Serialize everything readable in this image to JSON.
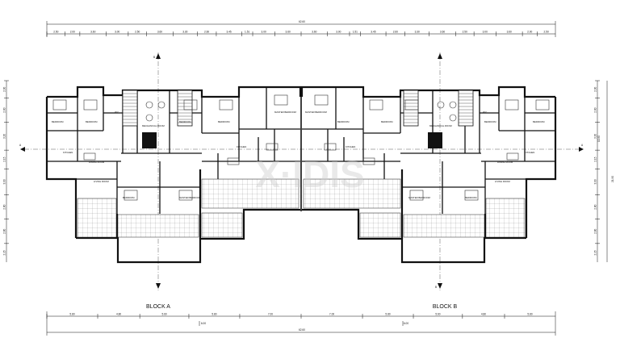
{
  "drawing": {
    "overall_top": "62.60",
    "overall_bottom": "62.60",
    "top_dims": [
      "2.50",
      "2.00",
      "3.60",
      "3.00",
      "2.50",
      "3.60",
      "3.30",
      "2.60",
      "3.45",
      "1.51",
      "3.00",
      "3.60",
      "3.60",
      "3.00",
      "1.51",
      "3.45",
      "2.60",
      "3.30",
      "3.60",
      "2.50",
      "3.00",
      "3.60",
      "2.00",
      "2.50"
    ],
    "bottom_dims": [
      "5.80",
      "4.80",
      "5.60",
      "5.80",
      "7.00",
      "7.00",
      "5.80",
      "5.60",
      "4.80",
      "5.80"
    ],
    "bottom_sub": [
      "6.00",
      "6.00"
    ],
    "right_total": "21.90",
    "right_inner": "10.90",
    "left_dims": [
      "2.00",
      "2.80",
      "3.20",
      "2.15",
      "3.00",
      "2.80",
      "2.80",
      "2.15"
    ],
    "right_dims": [
      "2.00",
      "2.80",
      "3.20",
      "2.15",
      "3.00",
      "2.80",
      "2.80",
      "2.15"
    ],
    "section_marks": [
      "A",
      "A",
      "B",
      "B"
    ],
    "blocks": [
      {
        "name": "BLOCK A"
      },
      {
        "name": "BLOCK B"
      }
    ],
    "rooms": {
      "bedroom": "BEDROOM",
      "master_bedroom": "MASTER BEDROOM",
      "mechanical_room": "MECHANICAL ROOM",
      "kitchen": "KITCHEN",
      "living_room": "LIVING ROOM",
      "dining_room": "DINING ROOM",
      "wc": "W.C"
    },
    "watermark": "X·IDIS"
  }
}
